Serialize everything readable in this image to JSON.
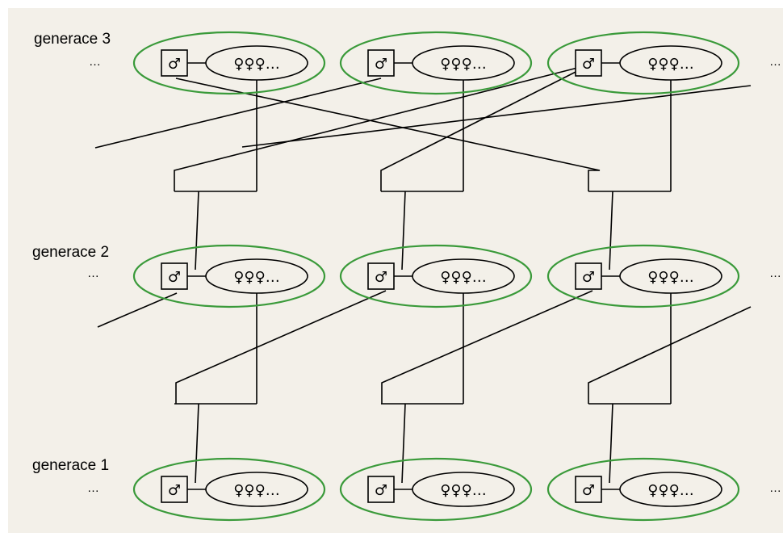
{
  "generations": [
    {
      "label": "generace 3",
      "left_dots": "…",
      "right_dots": "…"
    },
    {
      "label": "generace 2",
      "left_dots": "…",
      "right_dots": "…"
    },
    {
      "label": "generace 1",
      "left_dots": "…",
      "right_dots": "…"
    }
  ],
  "male_symbol": "♂",
  "female_symbol": "♀♀♀…",
  "colors": {
    "background": "#f3f0e9",
    "group_outline": "#3a9a3a",
    "line": "#000000"
  },
  "icons": [
    "male-symbol-icon",
    "female-symbols-icon"
  ]
}
